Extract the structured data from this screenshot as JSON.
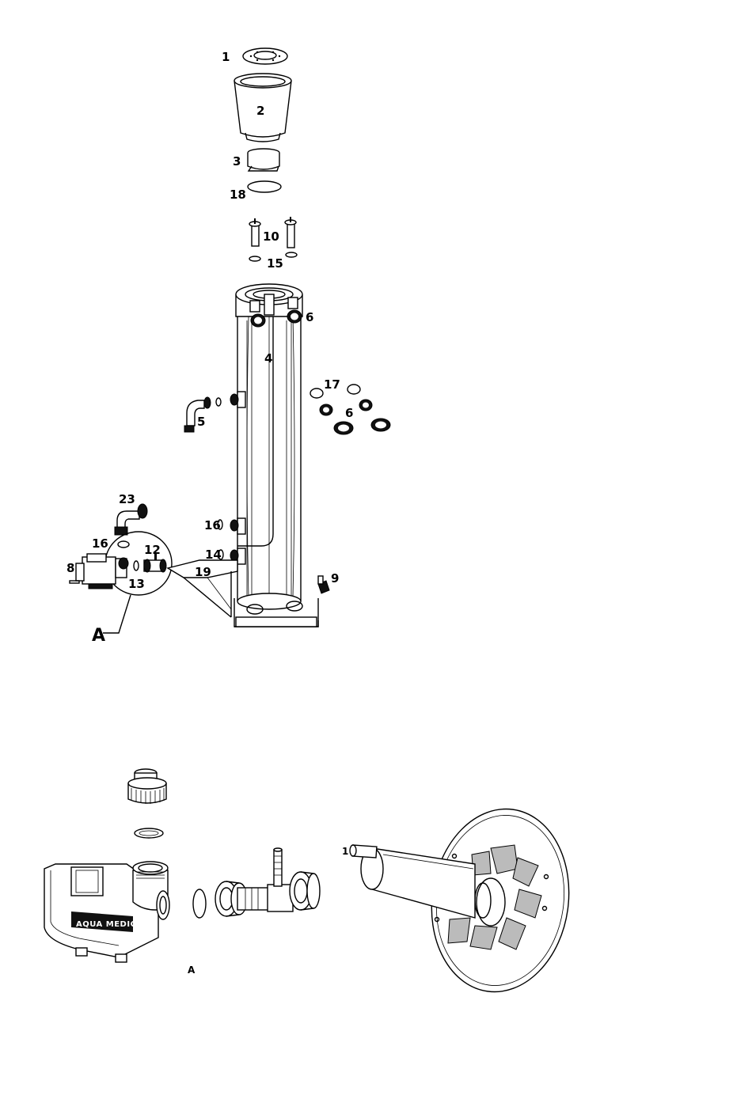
{
  "callouts": {
    "c1": "1",
    "c2": "2",
    "c3": "3",
    "c18": "18",
    "c10": "10",
    "c15": "15",
    "c6a": "6",
    "c4": "4",
    "c17": "17",
    "c6b": "6",
    "c5": "5",
    "c23": "23",
    "c16a": "16",
    "c16b": "16",
    "c12": "12",
    "c8": "8",
    "c13": "13",
    "c14": "14",
    "c19": "19",
    "c9": "9",
    "cA": "A"
  },
  "detail": {
    "label_a": "A",
    "brand": "AQUA MEDIC",
    "impeller_callout": "1"
  }
}
